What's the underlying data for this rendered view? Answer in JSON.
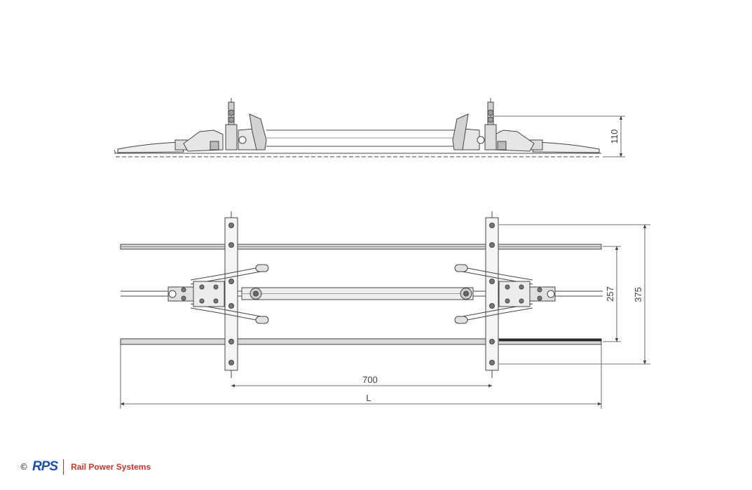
{
  "dimensions": {
    "height_side": "110",
    "spacing_inner": "257",
    "spacing_outer": "375",
    "center_distance": "700",
    "length": "L"
  },
  "footer": {
    "copyright": "©",
    "logo_text": "RPS",
    "company": "Rail Power Systems"
  },
  "colors": {
    "line": "#444444",
    "brand_blue": "#1b4fa8",
    "brand_red": "#c0392b"
  }
}
